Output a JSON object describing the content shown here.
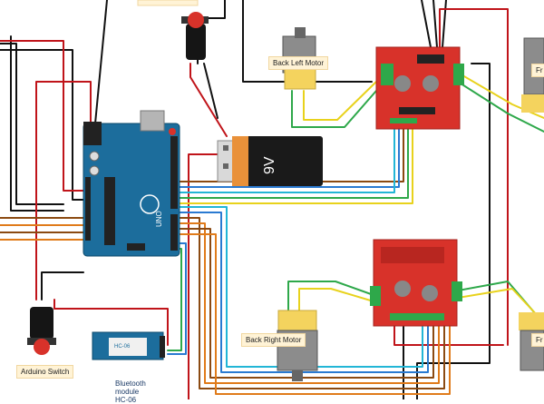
{
  "labels": {
    "back_left_motor": "Back Left Motor",
    "back_right_motor": "Back Right Motor",
    "arduino_switch": "Arduino Switch",
    "bluetooth_line1": "Bluetooth",
    "bluetooth_line2": "module",
    "bluetooth_line3": "HC-06",
    "front_right_partial": "Fr",
    "front_left_partial": "Fr"
  },
  "battery": {
    "voltage": "9V"
  },
  "arduino": {
    "logo": "UNO"
  },
  "bt_module": {
    "chip": "HC-06"
  },
  "colors": {
    "arduino_blue": "#1c6d9c",
    "driver_red": "#d8322a",
    "motor_yellow": "#f4d35e",
    "wire_black": "#111111",
    "wire_red": "#c0141a",
    "wire_orange": "#e07b1a",
    "wire_brown": "#8b4a12",
    "wire_blue": "#2a7ad1",
    "wire_green": "#2ea84a",
    "wire_yellow": "#e8d21c",
    "wire_cyan": "#22b6d6"
  }
}
